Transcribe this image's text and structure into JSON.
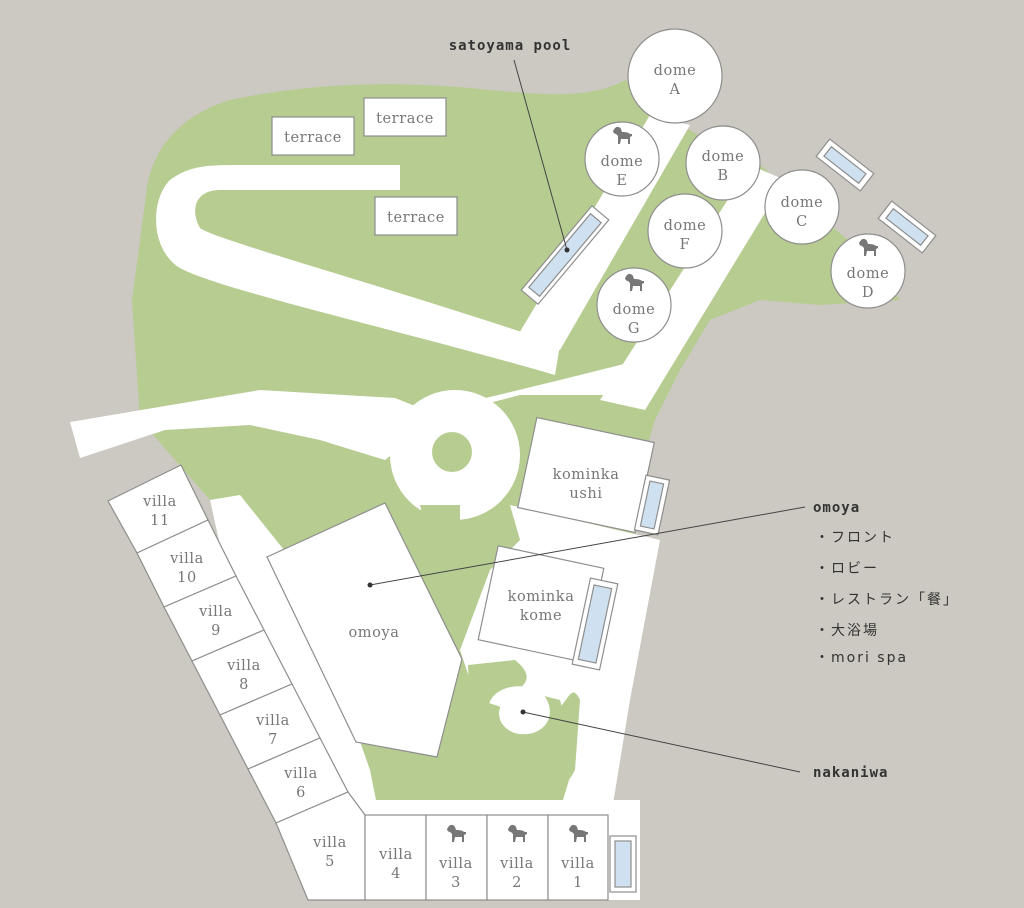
{
  "colors": {
    "background": "#ccc8c2",
    "lawn": "#b7cc91",
    "path": "#ffffff",
    "pool": "#cfe1f0",
    "outline": "#8e8e8e"
  },
  "labels": {
    "satoyama_pool": "satoyama pool",
    "terrace_1": "terrace",
    "terrace_2": "terrace",
    "terrace_3": "terrace",
    "dome_word": "dome",
    "dome_a": "A",
    "dome_b": "B",
    "dome_c": "C",
    "dome_d": "D",
    "dome_e": "E",
    "dome_f": "F",
    "dome_g": "G",
    "kominka_ushi_1": "kominka",
    "kominka_ushi_2": "ushi",
    "kominka_kome_1": "kominka",
    "kominka_kome_2": "kome",
    "omoya_building": "omoya",
    "villa_word": "villa",
    "villas": [
      "1",
      "2",
      "3",
      "4",
      "5",
      "6",
      "7",
      "8",
      "9",
      "10",
      "11"
    ],
    "omoya_callout": "omoya",
    "omoya_facilities": [
      "・フロント",
      "・ロビー",
      "・レストラン「餐」",
      "・大浴場",
      "・mori spa"
    ],
    "nakaniwa": "nakaniwa"
  },
  "pet_friendly_icon": "dog-icon"
}
